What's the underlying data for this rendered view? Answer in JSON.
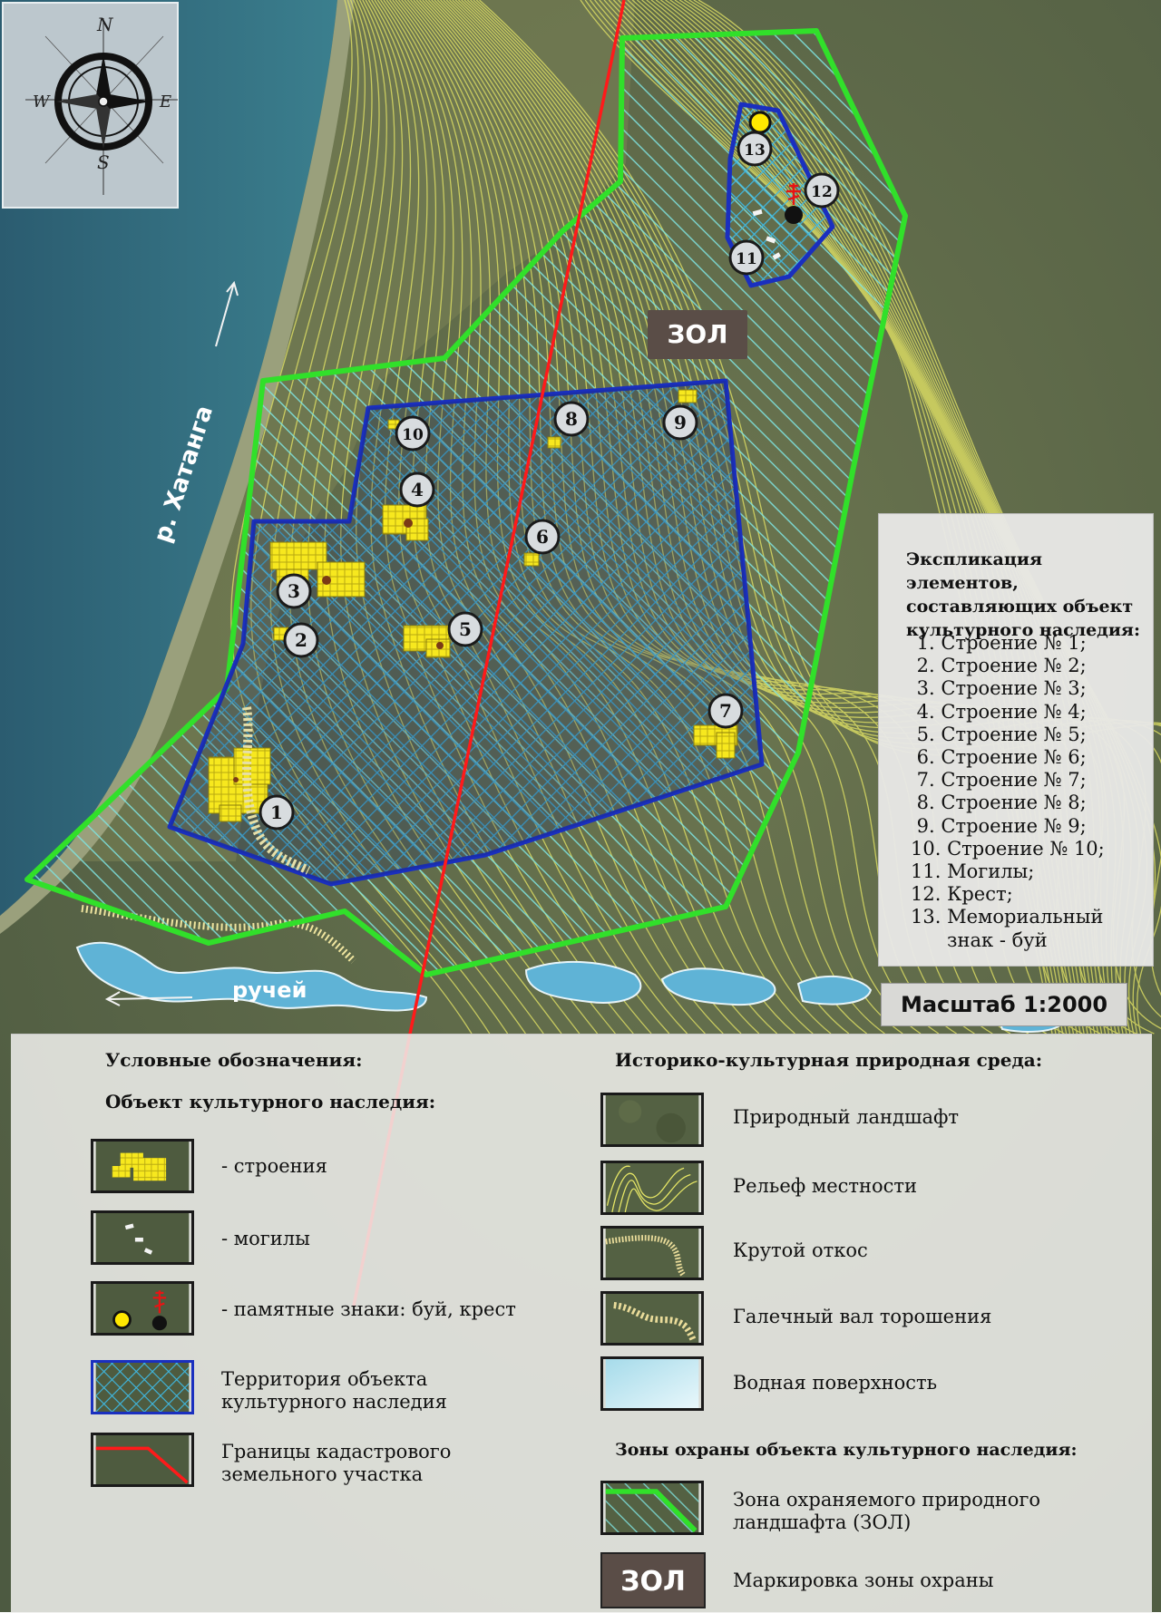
{
  "map": {
    "compass": {
      "north": "N",
      "south": "S",
      "east": "E",
      "west": "W"
    },
    "labels": {
      "river": "р. Хатанга",
      "stream": "ручей",
      "zone": "ЗОЛ"
    },
    "markers": [
      "1",
      "2",
      "3",
      "4",
      "5",
      "6",
      "7",
      "8",
      "9",
      "10",
      "11",
      "12",
      "13"
    ],
    "scale": "Масштаб 1:2000",
    "colors": {
      "protected_zone": "#31e02a",
      "heritage_territory": "#1a2fbf",
      "cadastral_boundary": "#ff1a1a",
      "buildings": "#f7e81e",
      "water": "#5fb3d6",
      "contours": "#e8e866"
    }
  },
  "explication": {
    "title": "Экспликация элементов, составляющих объект культурного наследия:",
    "items": [
      " 1. Строение № 1;",
      " 2. Строение № 2;",
      " 3. Строение № 3;",
      " 4. Строение № 4;",
      " 5. Строение № 5;",
      " 6. Строение № 6;",
      " 7. Строение № 7;",
      " 8. Строение № 8;",
      " 9. Строение № 9;",
      "10. Строение № 10;",
      "11. Могилы;",
      "12. Крест;",
      "13. Мемориальный",
      "      знак - буй"
    ]
  },
  "legend": {
    "title": "Условные обозначения:",
    "heritage_heading": "Объект культурного наследия:",
    "buildings": "- строения",
    "graves": "- могилы",
    "memorials": "-  памятные знаки: буй, крест",
    "territory_line1": "Территория объекта",
    "territory_line2": "культурного наследия",
    "cadastral_line1": "Границы кадастрового",
    "cadastral_line2": "земельного участка",
    "environment_heading": "Историко-культурная природная среда:",
    "natural": "Природный ландшафт",
    "relief": "Рельеф местности",
    "slope": "Крутой откос",
    "pebble": "Галечный вал торошения",
    "water": "Водная поверхность",
    "zones_heading": "Зоны охраны объекта культурного наследия:",
    "zol_line1": "Зона охраняемого природного",
    "zol_line2": "ландшафта (ЗОЛ)",
    "marking": "Маркировка зоны охраны",
    "marking_badge": "ЗОЛ"
  }
}
